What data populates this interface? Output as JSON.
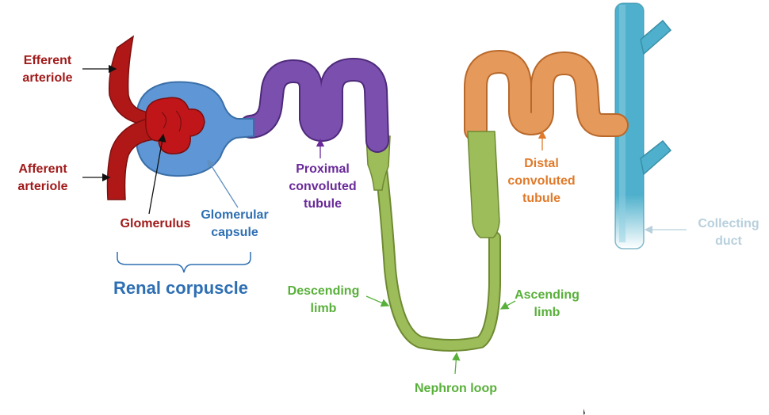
{
  "labels": {
    "efferent": [
      "Efferent",
      "arteriole"
    ],
    "afferent": [
      "Afferent",
      "arteriole"
    ],
    "glomerulus": "Glomerulus",
    "glomerular_capsule": [
      "Glomerular",
      "capsule"
    ],
    "renal_corpuscle": "Renal corpuscle",
    "proximal": [
      "Proximal",
      "convoluted",
      "tubule"
    ],
    "descending": [
      "Descending",
      "limb"
    ],
    "nephron_loop": "Nephron loop",
    "ascending": [
      "Ascending",
      "limb"
    ],
    "distal": [
      "Distal",
      "convoluted",
      "tubule"
    ],
    "collecting": [
      "Collecting",
      "duct"
    ]
  },
  "colors": {
    "arteriole_red": "#b01818",
    "capsule_blue": "#5f97d6",
    "proximal_purple": "#7b4fae",
    "loop_green": "#9dbd5a",
    "distal_orange": "#e59a5c",
    "duct_teal": "#4eb0cc"
  }
}
